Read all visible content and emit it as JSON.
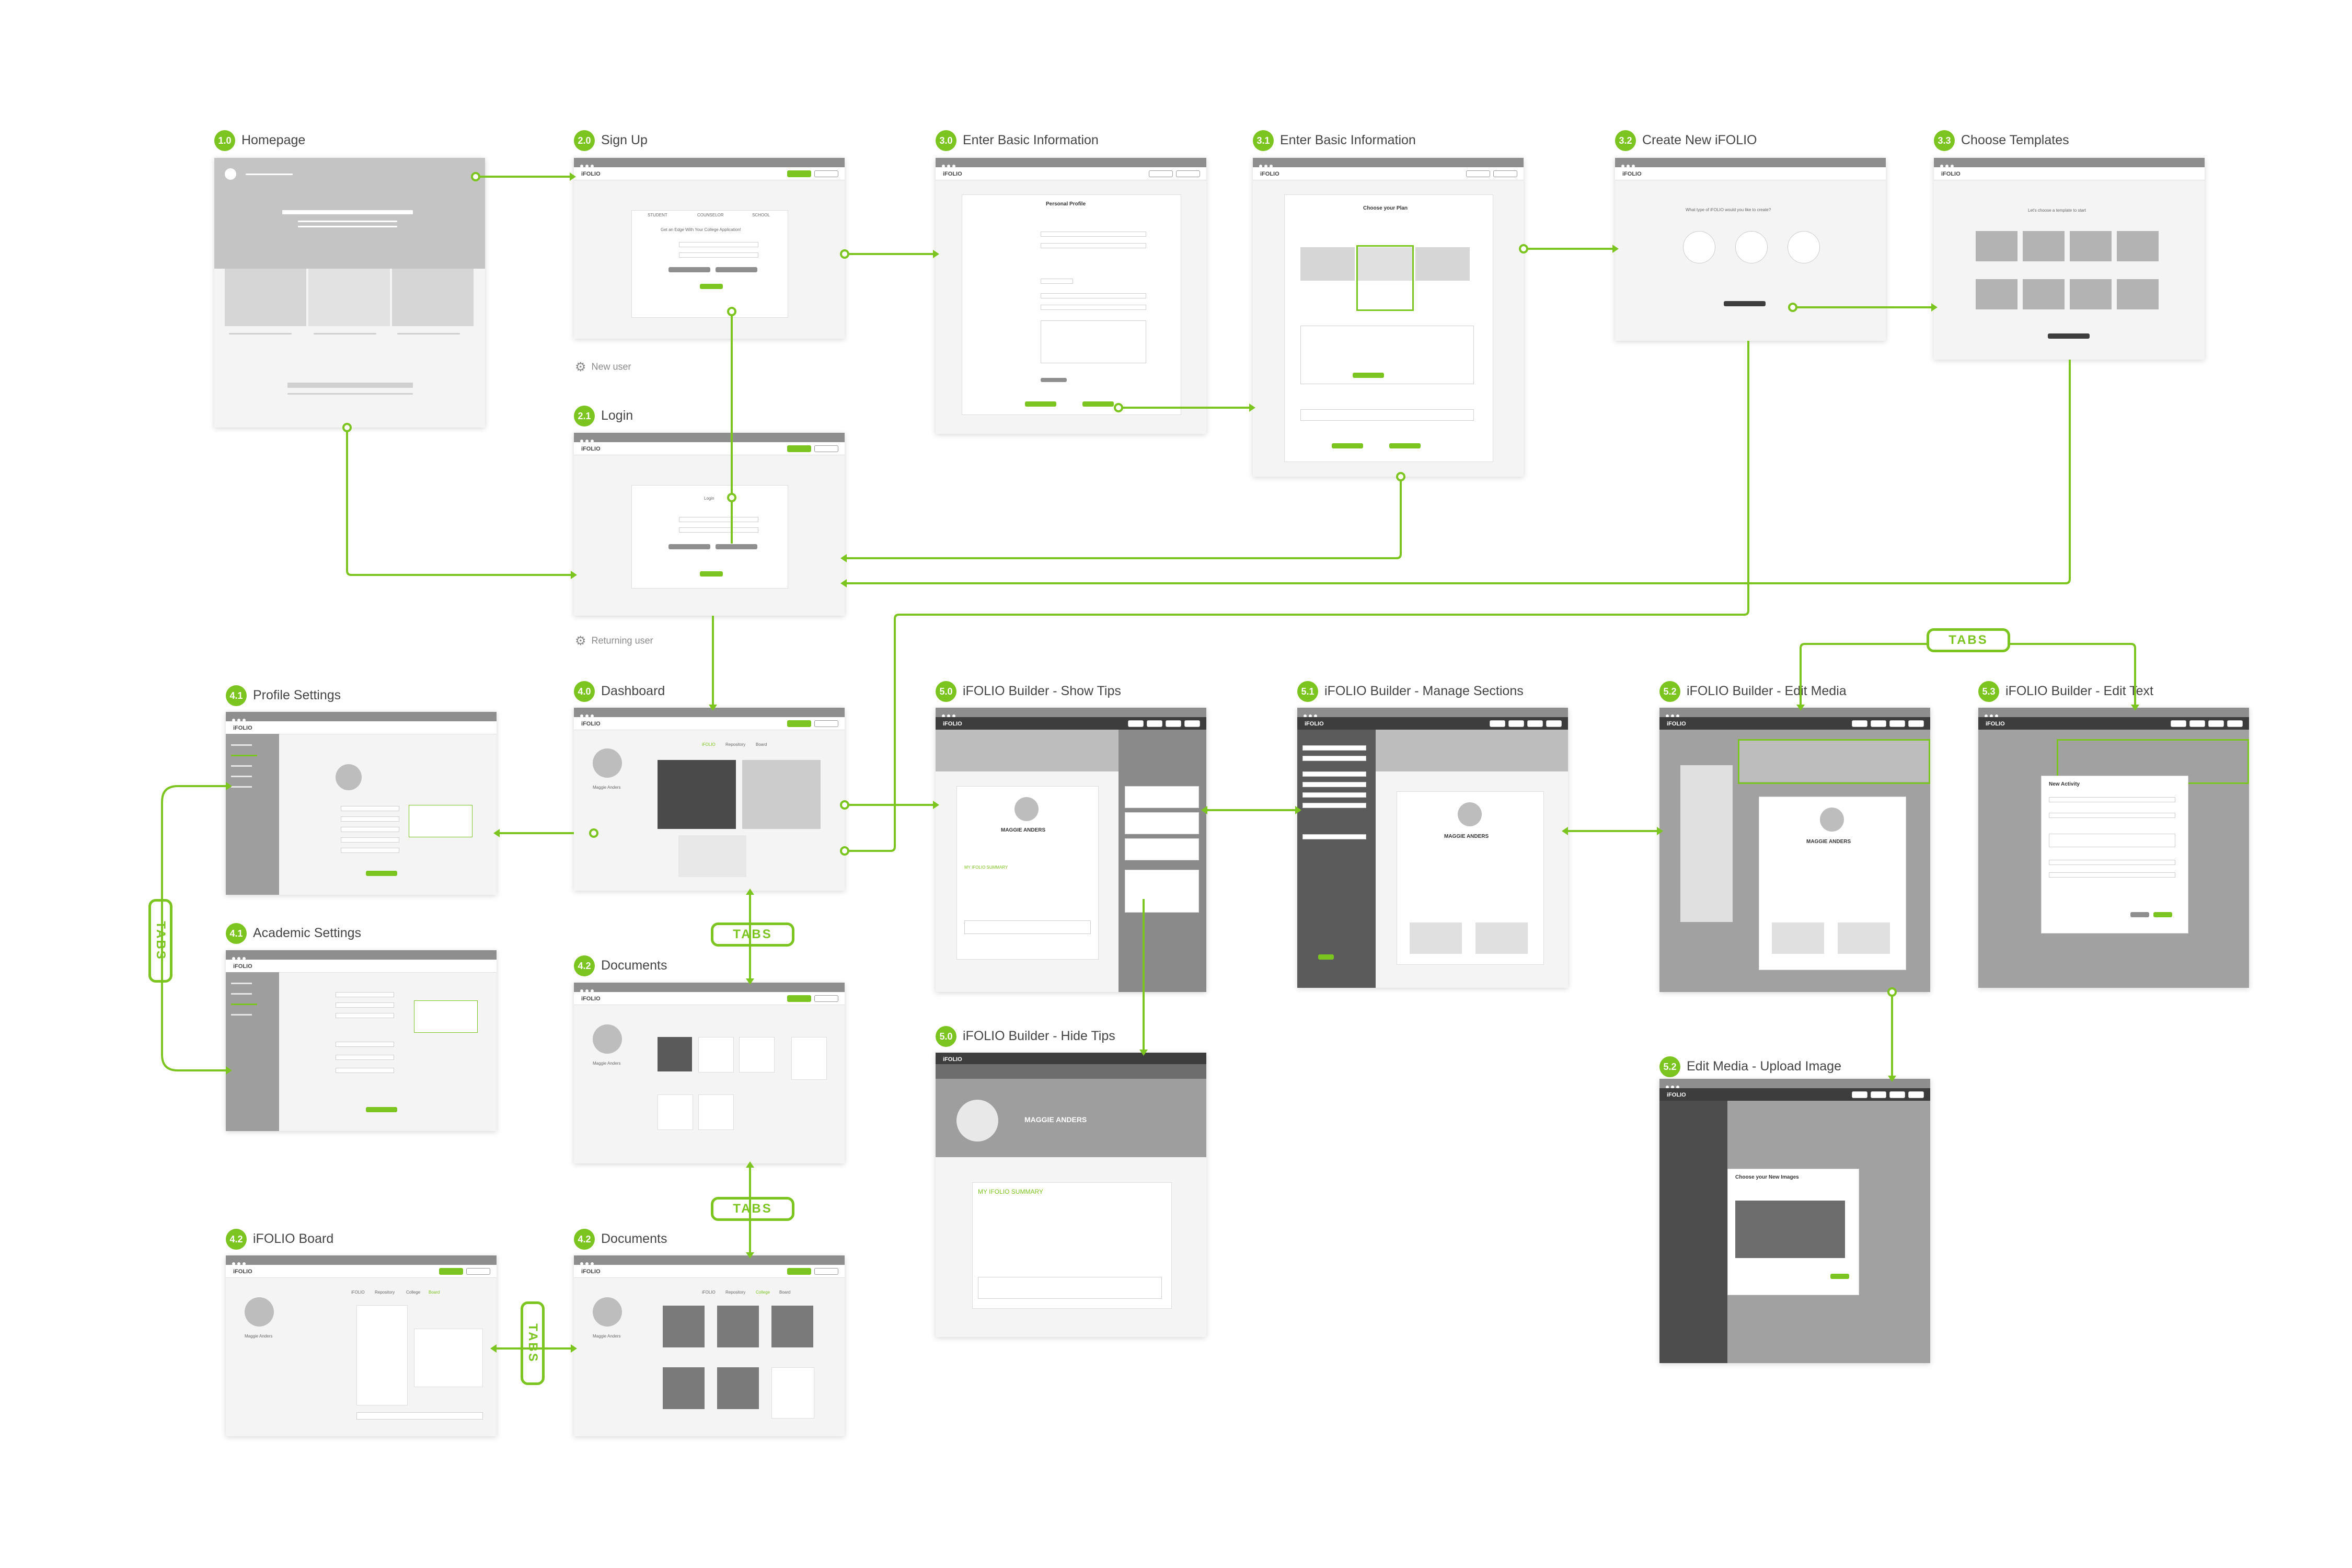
{
  "app_name": "iFOLIO",
  "colors": {
    "accent": "#7cc420",
    "label": "#444444",
    "wire_gray": "#c8c8c8"
  },
  "screens": {
    "s1_0": {
      "number": "1.0",
      "title": "Homepage"
    },
    "s2_0": {
      "number": "2.0",
      "title": "Sign Up",
      "heading": "Get an Edge With Your College Application!",
      "tabs": [
        "STUDENT",
        "COUNSELOR",
        "SCHOOL"
      ]
    },
    "s2_1": {
      "number": "2.1",
      "title": "Login",
      "heading": "Login"
    },
    "s3_0": {
      "number": "3.0",
      "title": "Enter Basic Information",
      "heading": "Personal Profile"
    },
    "s3_1": {
      "number": "3.1",
      "title": "Enter Basic Information",
      "heading": "Choose your Plan"
    },
    "s3_2": {
      "number": "3.2",
      "title": "Create New iFOLIO",
      "heading": "What type of iFOLIO would you like to create?"
    },
    "s3_3": {
      "number": "3.3",
      "title": "Choose Templates",
      "heading": "Let's choose a template to start"
    },
    "s4_0": {
      "number": "4.0",
      "title": "Dashboard",
      "user": "Maggie Anders",
      "tabs": [
        "iFOLIO",
        "Repository",
        "Board"
      ]
    },
    "s4_1": {
      "number": "4.1",
      "title": "Profile Settings"
    },
    "s4_1b": {
      "number": "4.1",
      "title": "Academic Settings"
    },
    "s4_2": {
      "number": "4.2",
      "title": "Documents",
      "user": "Maggie Anders"
    },
    "s4_2b": {
      "number": "4.2",
      "title": "Documents",
      "user": "Maggie Anders",
      "tabs": [
        "iFOLIO",
        "Repository",
        "College",
        "Board"
      ]
    },
    "s4_2c": {
      "number": "4.2",
      "title": "iFOLIO Board",
      "user": "Maggie Anders",
      "tabs": [
        "iFOLIO",
        "Repository",
        "College",
        "Board"
      ]
    },
    "s5_0": {
      "number": "5.0",
      "title": "iFOLIO Builder - Show Tips",
      "name": "MAGGIE ANDERS",
      "section": "MY IFOLIO SUMMARY"
    },
    "s5_0b": {
      "number": "5.0",
      "title": "iFOLIO Builder -  Hide Tips",
      "name": "MAGGIE ANDERS",
      "section": "MY IFOLIO SUMMARY"
    },
    "s5_1": {
      "number": "5.1",
      "title": "iFOLIO Builder - Manage Sections",
      "name": "MAGGIE ANDERS"
    },
    "s5_2": {
      "number": "5.2",
      "title": "iFOLIO Builder - Edit Media",
      "name": "MAGGIE ANDERS"
    },
    "s5_2b": {
      "number": "5.2",
      "title": "Edit Media - Upload Image",
      "dialog": "Choose your New Images"
    },
    "s5_3": {
      "number": "5.3",
      "title": "iFOLIO Builder - Edit Text",
      "dialog": "New Activity"
    }
  },
  "notes": {
    "new_user": "New user",
    "returning_user": "Returning user"
  },
  "tabs_label": "TABS"
}
